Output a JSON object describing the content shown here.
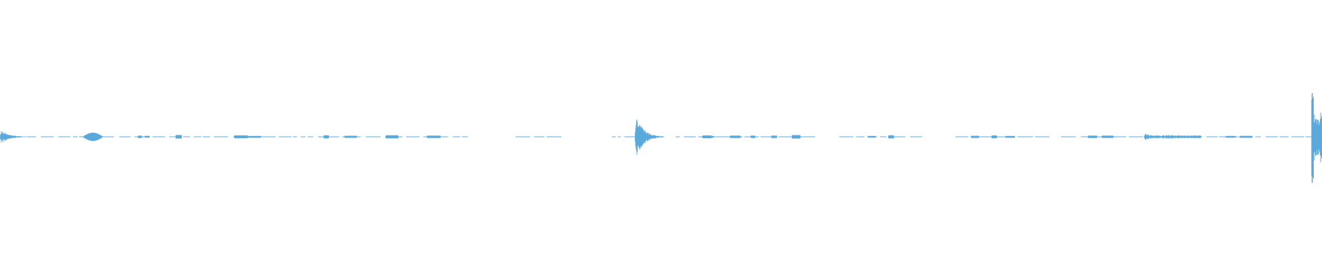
{
  "waveform": {
    "color": "#5aa9dd",
    "background": "#ffffff",
    "events": [
      {
        "name": "onset-start",
        "kind": "burst",
        "relative_amplitude": 0.16
      },
      {
        "name": "blip-early",
        "kind": "blip",
        "relative_amplitude": 0.09
      },
      {
        "name": "onset-middle",
        "kind": "burst",
        "relative_amplitude": 0.5
      },
      {
        "name": "noise-cluster",
        "kind": "noise",
        "relative_amplitude": 0.07
      },
      {
        "name": "onset-end",
        "kind": "burst",
        "relative_amplitude": 1.0
      }
    ]
  }
}
